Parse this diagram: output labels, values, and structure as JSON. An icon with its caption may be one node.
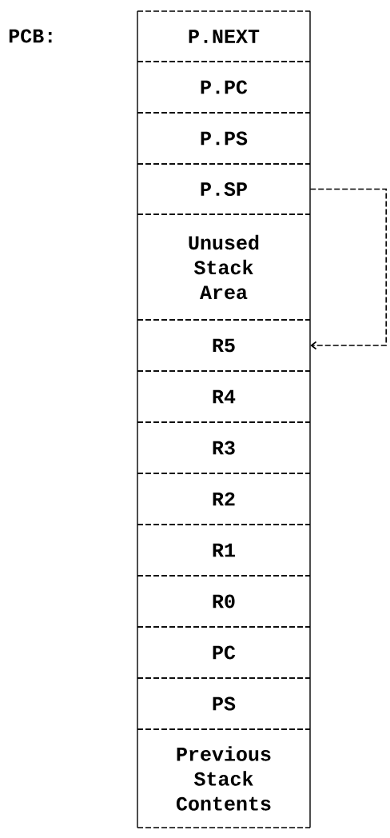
{
  "diagram": {
    "nodes": [
      {
        "text": [
          "P.NEXT"
        ]
      },
      {
        "text": [
          "P.PC"
        ]
      },
      {
        "text": [
          "P.PS"
        ]
      },
      {
        "text": [
          "P.SP"
        ]
      },
      {
        "text": [
          "Unused Stack Area"
        ]
      },
      {
        "text": [
          "R5"
        ]
      },
      {
        "text": [
          "R4"
        ]
      },
      {
        "text": [
          "R3"
        ]
      },
      {
        "text": [
          "R2"
        ]
      },
      {
        "text": [
          "R1"
        ]
      },
      {
        "text": [
          "R0"
        ]
      },
      {
        "text": [
          "PC"
        ]
      },
      {
        "text": [
          "PS"
        ]
      },
      {
        "text": [
          "Previous Stack Contents"
        ]
      }
    ],
    "edges": [
      {
        "from": 3,
        "to": 5,
        "arrow": "to",
        "style": "dashed"
      }
    ],
    "labels": [
      "PCB:"
    ]
  }
}
